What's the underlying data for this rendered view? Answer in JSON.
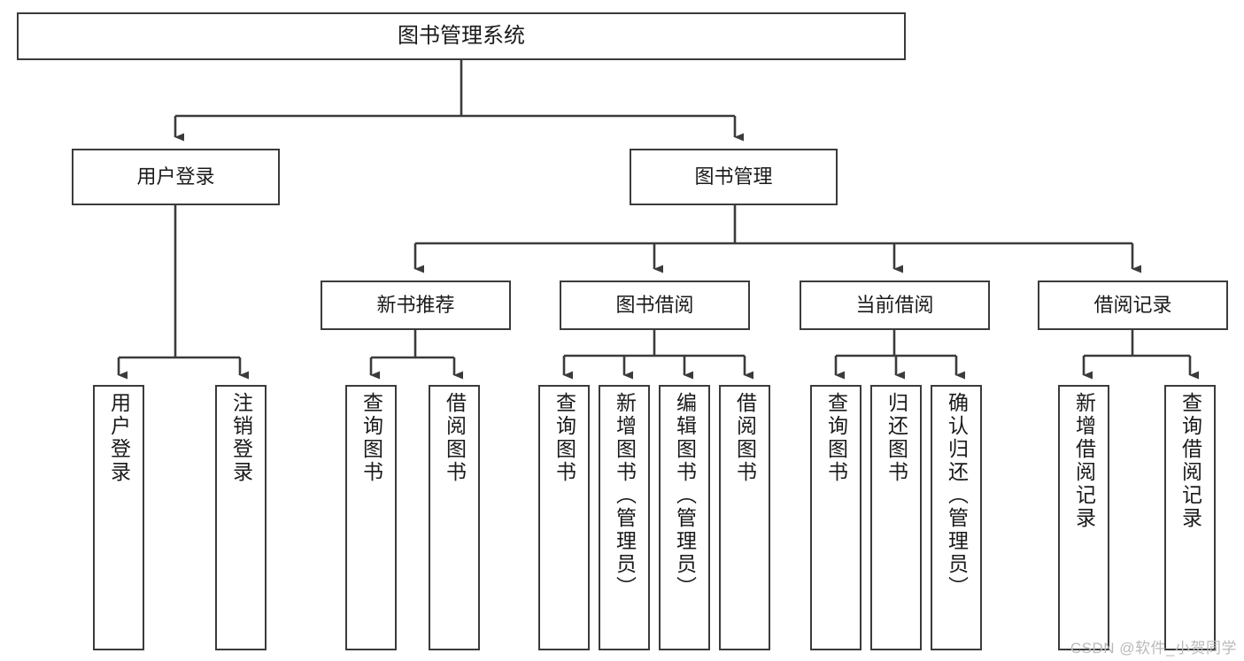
{
  "diagram": {
    "title": "图书管理系统",
    "watermark": "CSDN @软件_小贺同学",
    "colors": {
      "box_border": "#3b3b3b",
      "box_fill": "#ffffff",
      "connector": "#3b3b3b",
      "text": "#1a1a1a",
      "watermark": "#b9b9b9"
    },
    "root": {
      "label": "图书管理系统"
    },
    "level2": [
      {
        "label": "用户登录"
      },
      {
        "label": "图书管理"
      }
    ],
    "level3": [
      {
        "label": "新书推荐"
      },
      {
        "label": "图书借阅"
      },
      {
        "label": "当前借阅"
      },
      {
        "label": "借阅记录"
      }
    ],
    "leaves": {
      "user_login": [
        {
          "label": "用户登录"
        },
        {
          "label": "注销登录"
        }
      ],
      "new_book": [
        {
          "label": "查询图书"
        },
        {
          "label": "借阅图书"
        }
      ],
      "book_borrow": [
        {
          "label": "查询图书"
        },
        {
          "label": "新增图书（管理员）"
        },
        {
          "label": "编辑图书（管理员）"
        },
        {
          "label": "借阅图书"
        }
      ],
      "current_borrow": [
        {
          "label": "查询图书"
        },
        {
          "label": "归还图书"
        },
        {
          "label": "确认归还（管理员）"
        }
      ],
      "borrow_record": [
        {
          "label": "新增借阅记录"
        },
        {
          "label": "查询借阅记录"
        }
      ]
    }
  }
}
